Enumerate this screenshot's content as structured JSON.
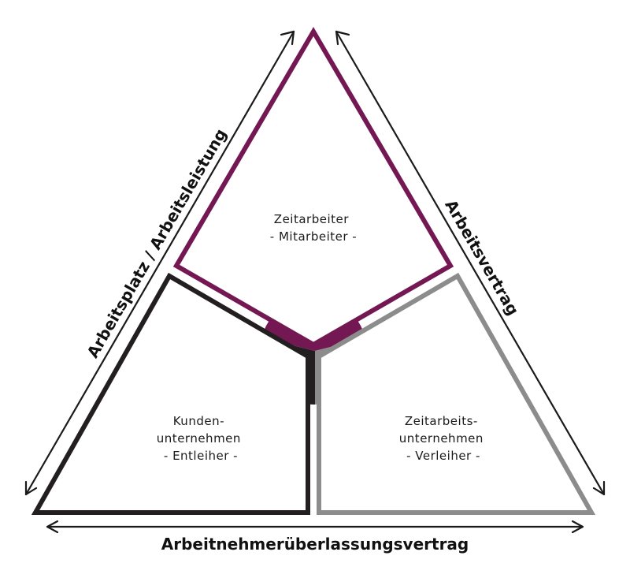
{
  "colors": {
    "worker": "#741853",
    "client": "#231f20",
    "agency": "#8c8c8c",
    "arrow": "#1a1a1a"
  },
  "regions": {
    "worker": {
      "line1": "Zeitarbeiter",
      "line2": "- Mitarbeiter -"
    },
    "client": {
      "line1": "Kunden-",
      "line2": "unternehmen",
      "line3": "- Entleiher -"
    },
    "agency": {
      "line1": "Zeitarbeits-",
      "line2": "unternehmen",
      "line3": "- Verleiher -"
    }
  },
  "relations": {
    "left": "Arbeitsplatz / Arbeitsleistung",
    "right": "Arbeitsvertrag",
    "bottom": "Arbeitnehmerüberlassungsvertrag"
  }
}
